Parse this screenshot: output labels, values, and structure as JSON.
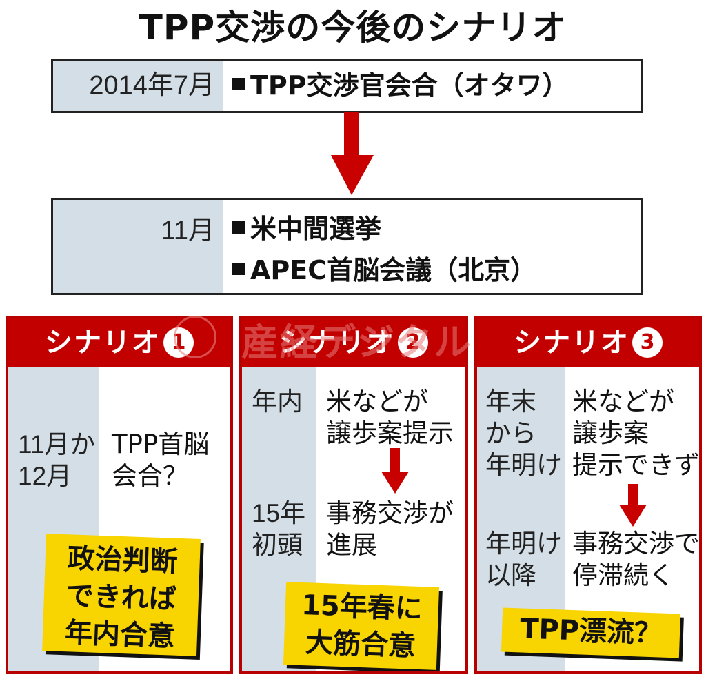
{
  "title": "TPP交渉の今後のシナリオ",
  "timeline": [
    {
      "date": "2014年7月",
      "events": [
        "TPP交渉官会合（オタワ）"
      ]
    },
    {
      "date": "11月",
      "events": [
        "米中間選挙",
        "APEC首脳会議（北京）"
      ]
    }
  ],
  "watermark": "産経デジタル",
  "colors": {
    "header_red": "#c20000",
    "border_red": "#b80000",
    "arrow_red": "#c80000",
    "label_gray": "#d3dee6",
    "callout_yellow": "#f8d400"
  },
  "scenarios": [
    {
      "header": "シナリオ",
      "number": "1",
      "rows": [
        {
          "period": [
            "11月か",
            "12月"
          ],
          "event": [
            "TPP首脳",
            "会合？"
          ]
        }
      ],
      "outcome": [
        "政治判断",
        "できれば",
        "年内合意"
      ]
    },
    {
      "header": "シナリオ",
      "number": "2",
      "rows": [
        {
          "period": [
            "年内"
          ],
          "event": [
            "米などが",
            "譲歩案提示"
          ]
        },
        {
          "period": [
            "15年",
            "初頭"
          ],
          "event": [
            "事務交渉が",
            "進展"
          ]
        }
      ],
      "outcome": [
        "15年春に",
        "大筋合意"
      ]
    },
    {
      "header": "シナリオ",
      "number": "3",
      "rows": [
        {
          "period": [
            "年末",
            "から",
            "年明け"
          ],
          "event": [
            "米などが",
            "譲歩案",
            "提示できず"
          ]
        },
        {
          "period": [
            "年明け",
            "以降"
          ],
          "event": [
            "事務交渉で",
            "停滞続く"
          ]
        }
      ],
      "outcome": [
        "TPP漂流？"
      ]
    }
  ]
}
